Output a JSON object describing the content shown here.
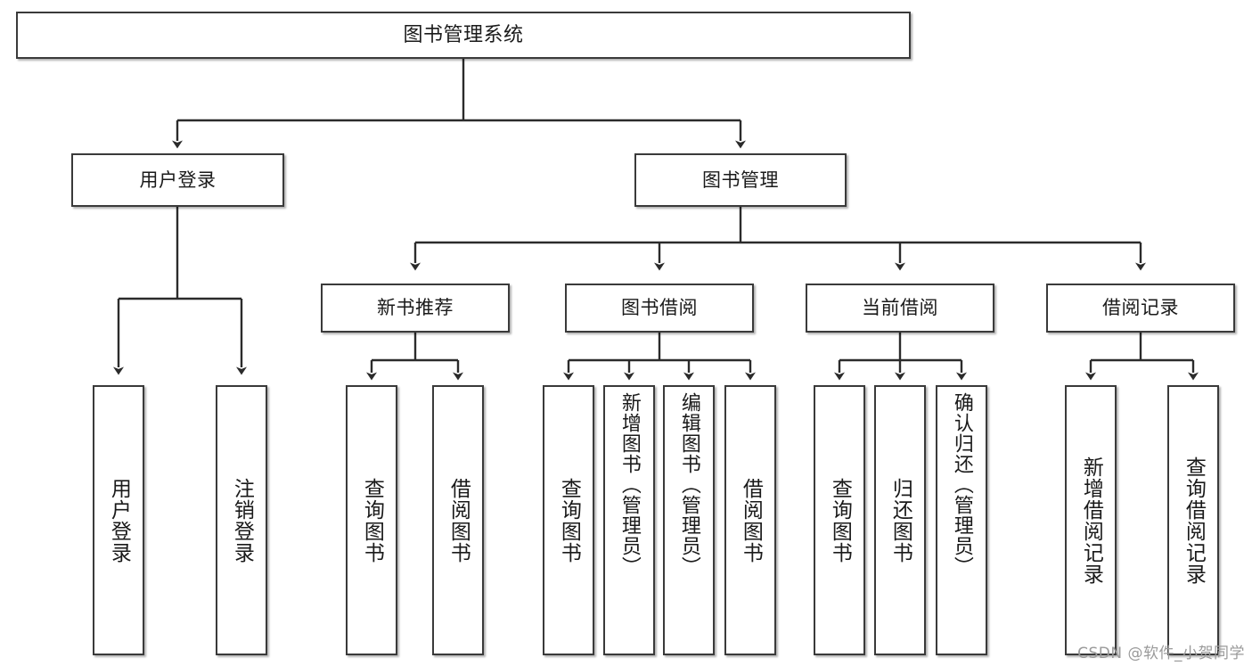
{
  "diagram": {
    "title": "图书管理系统",
    "type": "tree-hierarchy-diagram",
    "watermark": "CSDN @软件_小贺同学",
    "colors": {
      "border": "#3a3a3a",
      "fill": "#ffffff",
      "text": "#1a1a1a",
      "edge": "#2b2b2b",
      "watermark": "#9a9a9a"
    },
    "levels": {
      "root": {
        "label": "图书管理系统"
      },
      "level1": [
        {
          "id": "user-login",
          "label": "用户登录"
        },
        {
          "id": "book-manage",
          "label": "图书管理"
        }
      ],
      "level2": [
        {
          "id": "new-book-rec",
          "label": "新书推荐",
          "parent": "book-manage"
        },
        {
          "id": "book-borrow",
          "label": "图书借阅",
          "parent": "book-manage"
        },
        {
          "id": "current-borrow",
          "label": "当前借阅",
          "parent": "book-manage"
        },
        {
          "id": "borrow-record",
          "label": "借阅记录",
          "parent": "book-manage"
        }
      ],
      "leaves": [
        {
          "id": "leaf-user-login",
          "label": "用户登录",
          "parent": "user-login"
        },
        {
          "id": "leaf-logout",
          "label": "注销登录",
          "parent": "user-login"
        },
        {
          "id": "leaf-query-book-1",
          "label": "查询图书",
          "parent": "new-book-rec"
        },
        {
          "id": "leaf-borrow-book-1",
          "label": "借阅图书",
          "parent": "new-book-rec"
        },
        {
          "id": "leaf-query-book-2",
          "label": "查询图书",
          "parent": "book-borrow"
        },
        {
          "id": "leaf-add-book",
          "label": "新增图书（管理员）",
          "parent": "book-borrow"
        },
        {
          "id": "leaf-edit-book",
          "label": "编辑图书（管理员）",
          "parent": "book-borrow"
        },
        {
          "id": "leaf-borrow-book-2",
          "label": "借阅图书",
          "parent": "book-borrow"
        },
        {
          "id": "leaf-query-book-3",
          "label": "查询图书",
          "parent": "current-borrow"
        },
        {
          "id": "leaf-return-book",
          "label": "归还图书",
          "parent": "current-borrow"
        },
        {
          "id": "leaf-confirm-return",
          "label": "确认归还（管理员）",
          "parent": "current-borrow"
        },
        {
          "id": "leaf-add-record",
          "label": "新增借阅记录",
          "parent": "borrow-record"
        },
        {
          "id": "leaf-query-record",
          "label": "查询借阅记录",
          "parent": "borrow-record"
        }
      ]
    }
  }
}
